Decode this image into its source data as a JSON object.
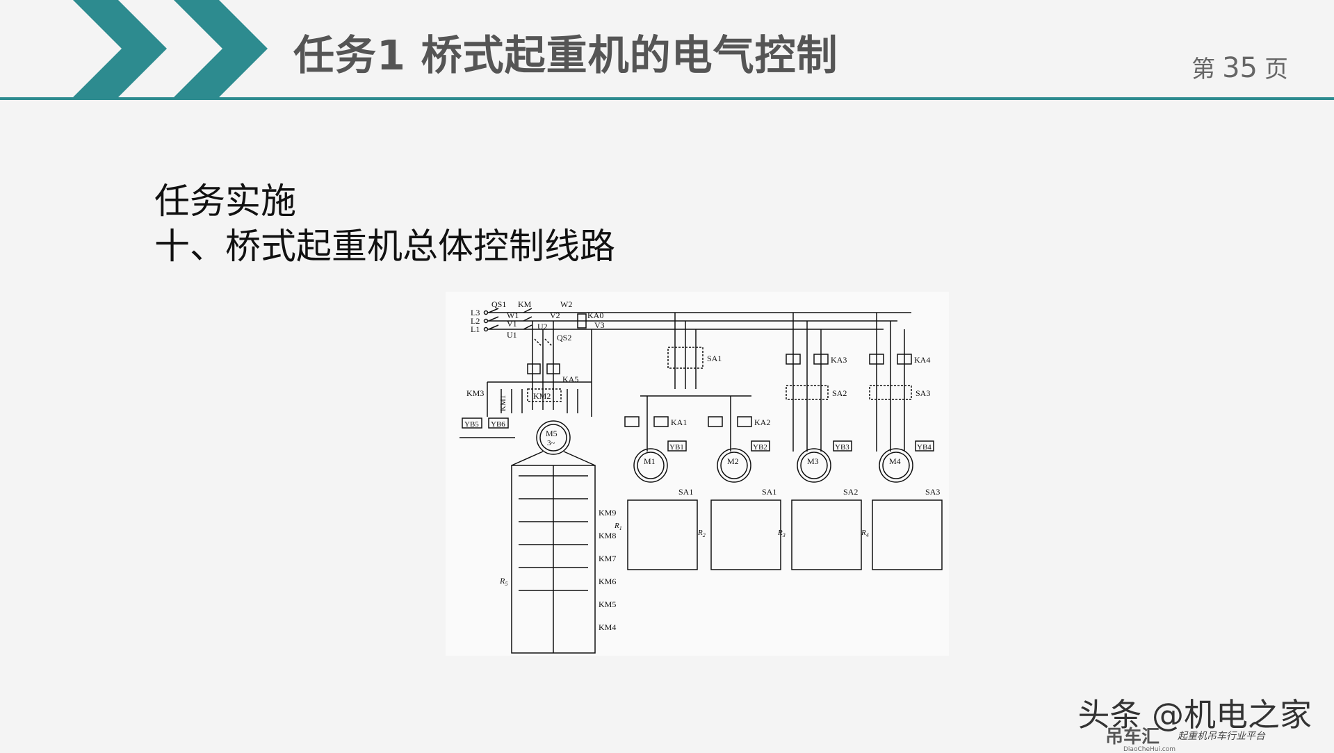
{
  "header": {
    "title": "任务1 桥式起重机的电气控制",
    "page_prefix": "第",
    "page_number": "35",
    "page_suffix": "页",
    "accent_color": "#2d8b8f"
  },
  "content": {
    "line1": "任务实施",
    "line2": "十、桥式起重机总体控制线路"
  },
  "diagram": {
    "supply": {
      "l3": "L3",
      "l2": "L2",
      "l1": "L1",
      "qs1": "QS1",
      "km": "KM",
      "w2": "W2",
      "w1": "W1",
      "v2": "V2",
      "v1": "V1",
      "u2": "U2",
      "u1": "U1",
      "v3": "V3",
      "ka0": "KA0"
    },
    "hoist": {
      "qs2": "QS2",
      "ka5": "KA5",
      "km3": "KM3",
      "km1": "KM1",
      "km2": "KM2",
      "yb5": "YB5",
      "yb6": "YB6",
      "m5": "M5",
      "phase": "3~"
    },
    "resistor": {
      "r5": "R",
      "r5_sub": "5",
      "steps": [
        "KM9",
        "KM8",
        "KM7",
        "KM6",
        "KM5",
        "KM4"
      ]
    },
    "motors": [
      {
        "motor": "M1",
        "coil": "KA1",
        "brake": "YB1",
        "switch": "SA1",
        "r": "R",
        "r_sub": "1"
      },
      {
        "motor": "M2",
        "coil": "KA2",
        "brake": "YB2",
        "switch": "SA1",
        "r": "R",
        "r_sub": "2"
      },
      {
        "motor": "M3",
        "coil": "KA3",
        "brake": "YB3",
        "switch": "SA2",
        "r": "R",
        "r_sub": "3"
      },
      {
        "motor": "M4",
        "coil": "KA4",
        "brake": "YB4",
        "switch": "SA3",
        "r": "R",
        "r_sub": "4"
      }
    ],
    "switches": {
      "sa1": "SA1",
      "sa2": "SA2",
      "sa3": "SA3"
    }
  },
  "watermark": {
    "text": "头条 @机电之家",
    "logo_brand": "吊车汇",
    "logo_domain": "DiaoCheHui.com",
    "tagline": "起重机吊车行业平台"
  }
}
